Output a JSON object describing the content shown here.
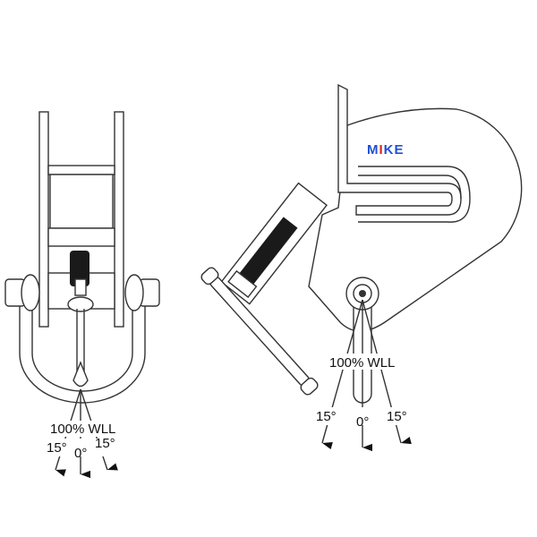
{
  "logo": {
    "text_parts": [
      "M",
      "I",
      "KE"
    ],
    "colors": {
      "primary": "#1f4fd8",
      "accent": "#e02020"
    }
  },
  "front_view": {
    "load_label": "100% WLL",
    "angle_left": "15°",
    "angle_center": "0°",
    "angle_right": "15°"
  },
  "side_view": {
    "load_label": "100% WLL",
    "angle_left": "15°",
    "angle_center": "0°",
    "angle_right": "15°"
  }
}
